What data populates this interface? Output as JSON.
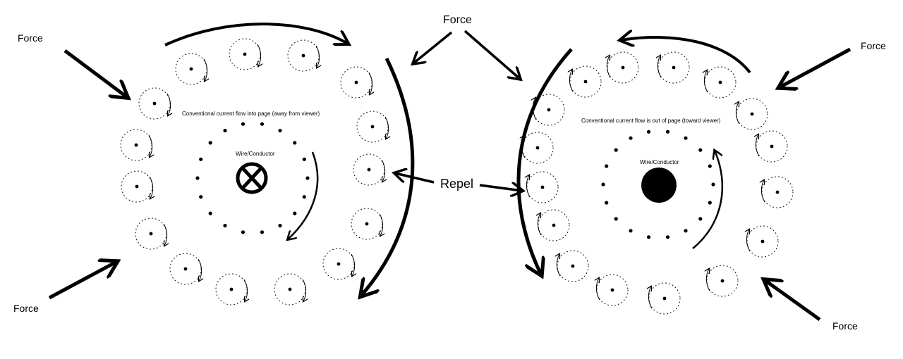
{
  "labels": {
    "force_top_left": "Force",
    "force_top_center": "Force",
    "force_top_right": "Force",
    "force_bottom_left": "Force",
    "force_bottom_right": "Force",
    "repel": "Repel",
    "left_caption": "Conventional current flow into page (away from viewer)",
    "right_caption": "Conventional current flow is out of page (toward viewer)",
    "left_wire": "Wire/Conductor",
    "right_wire": "Wire/Conductor"
  },
  "conductors": [
    {
      "current_direction": "into-page",
      "symbol": "cross-circle",
      "field_rotation": "clockwise"
    },
    {
      "current_direction": "out-of-page",
      "symbol": "filled-dot",
      "field_rotation": "counterclockwise"
    }
  ],
  "colors": {
    "ink": "#000000",
    "background": "#ffffff"
  }
}
